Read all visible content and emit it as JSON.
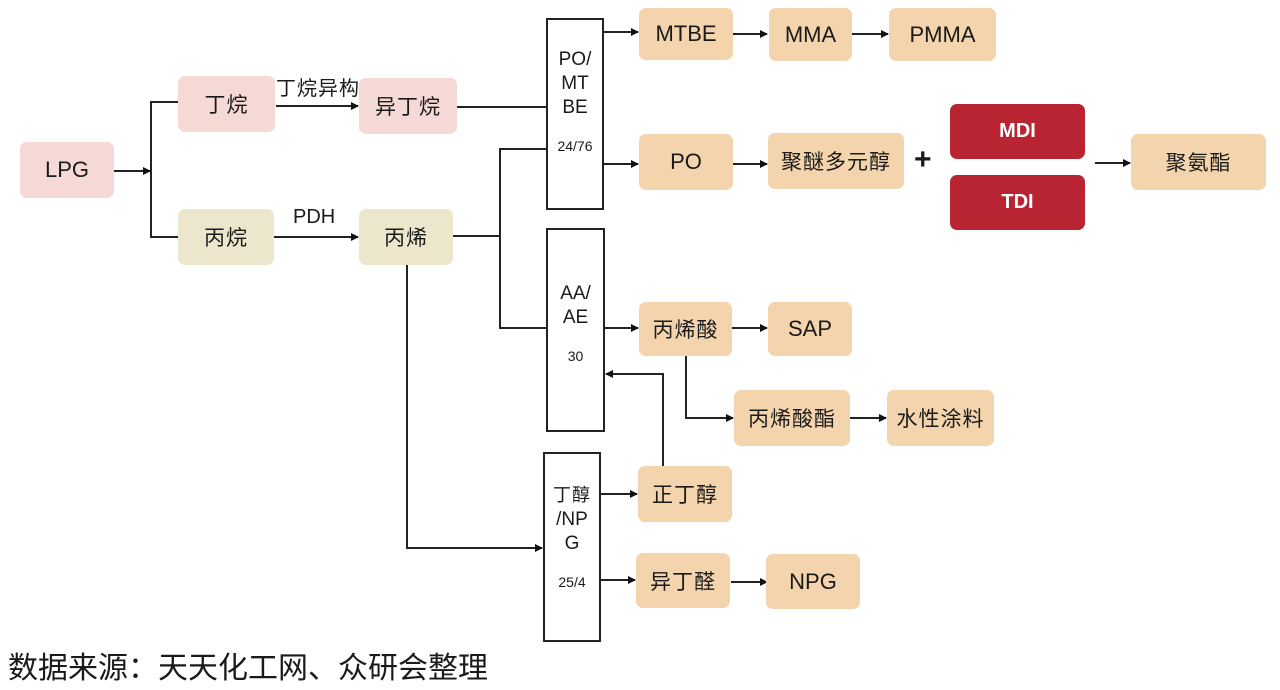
{
  "diagram": {
    "feedstock": "LPG",
    "butane": "丁烷",
    "butane_process": "丁烷异构",
    "isobutane": "异丁烷",
    "propane": "丙烷",
    "propane_process": "PDH",
    "propylene": "丙烯",
    "units": {
      "po_mtbe": {
        "name_lines": [
          "PO/",
          "MT",
          "BE"
        ],
        "ratio": "24/76"
      },
      "aa_ae": {
        "name_lines": [
          "AA/",
          "AE"
        ],
        "ratio": "30"
      },
      "butanol_npg": {
        "name_lines": [
          "丁醇",
          "/NP",
          "G"
        ],
        "ratio": "25/4"
      }
    },
    "products": {
      "mtbe": "MTBE",
      "mma": "MMA",
      "pmma": "PMMA",
      "po": "PO",
      "polyether_polyol": "聚醚多元醇",
      "plus": "+",
      "mdi": "MDI",
      "tdi": "TDI",
      "polyurethane": "聚氨酯",
      "acrylic_acid": "丙烯酸",
      "sap": "SAP",
      "acrylate": "丙烯酸酯",
      "waterborne_coating": "水性涂料",
      "n_butanol": "正丁醇",
      "isobutyraldehyde": "异丁醛",
      "npg": "NPG"
    },
    "colors": {
      "pink": "#f5d9d4",
      "olive": "#ebe6cc",
      "tan": "#f3d4ac",
      "red": "#b82432"
    }
  },
  "source": "数据来源：天天化工网、众研会整理"
}
